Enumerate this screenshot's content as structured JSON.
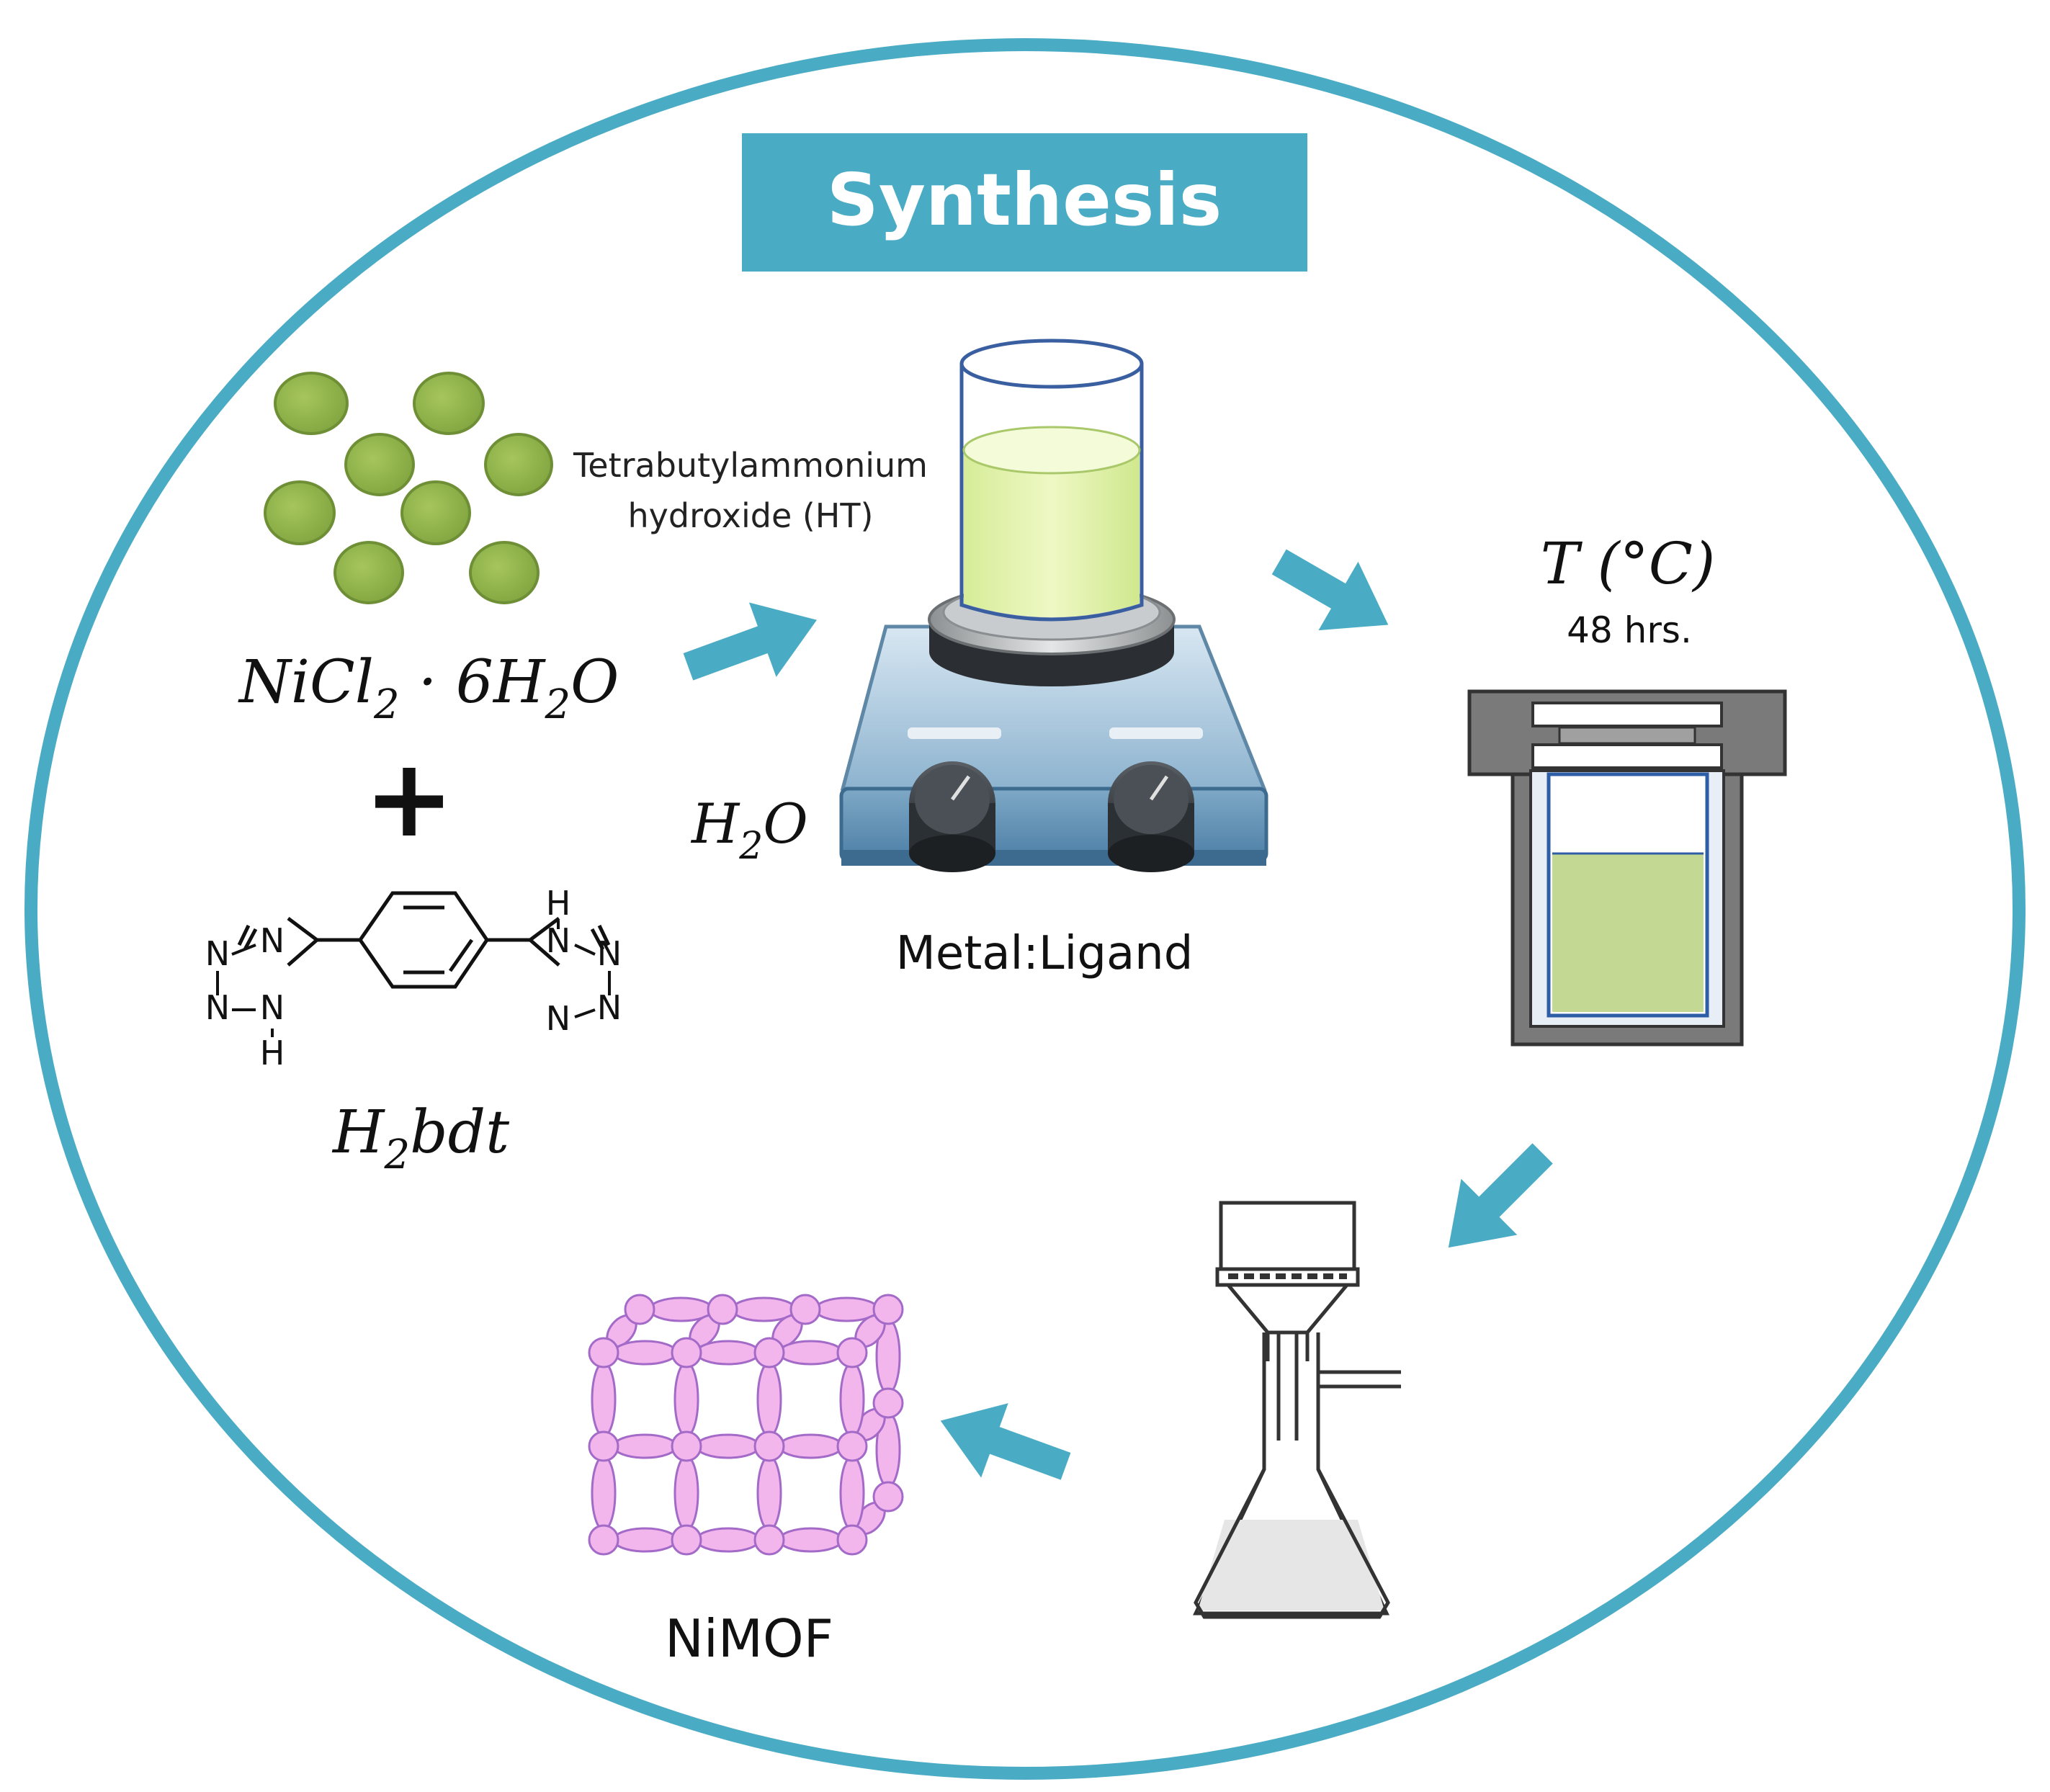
{
  "title": "Synthesis",
  "colors": {
    "teal": "#4aabc4",
    "pellet": "#8db04a",
    "solution": "#dff0a8",
    "autoclave_fill": "#c2d893",
    "mof_node": "#f2b6ec",
    "mof_edge": "#a36ac8",
    "filtrate": "#e6e6e6"
  },
  "icons": [
    "pellets-icon",
    "plus-icon",
    "bdt-structure-icon",
    "stirrer-beaker-icon",
    "autoclave-icon",
    "filter-flask-icon",
    "mof-cube-icon",
    "arrow-icon"
  ],
  "reactants": {
    "metal_salt": {
      "main": "NiCl",
      "sub": "2",
      "tail_a": " · 6H",
      "sub2": "2",
      "tail_b": "O"
    },
    "plus": "+",
    "ligand": {
      "main": "H",
      "sub": "2",
      "tail": "bdt"
    },
    "ligand_atoms": {
      "N": "N",
      "H": "H"
    }
  },
  "mixing": {
    "additive_line1": "Tetrabutylammonium",
    "additive_line2": "hydroxide (HT)",
    "solvent": {
      "main": "H",
      "sub": "2",
      "tail": "O"
    },
    "ratio_label": "Metal:Ligand"
  },
  "heating": {
    "temperature_label": "T (°C)",
    "time_label": "48 hrs."
  },
  "product": {
    "label": "NiMOF"
  }
}
